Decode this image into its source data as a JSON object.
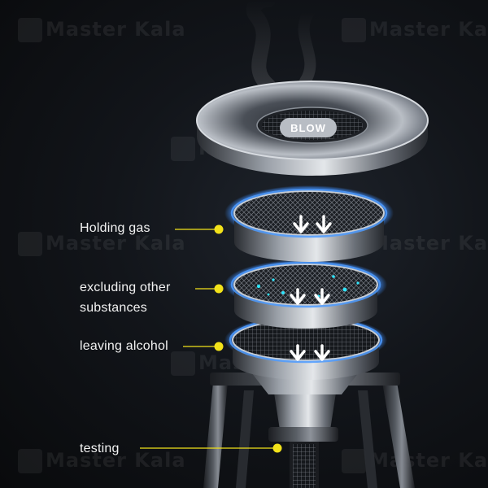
{
  "labels": {
    "holding_gas": "Holding gas",
    "excluding_line1": "excluding other",
    "excluding_line2": "substances",
    "leaving_alcohol": "leaving alcohol",
    "testing": "testing"
  },
  "device": {
    "mouthpiece_text": "BLOW"
  },
  "watermark": {
    "text": "Master Kala"
  },
  "colors": {
    "background": "#0e1013",
    "callout_dot": "#f2e21a",
    "glow": "#3f8fff",
    "particles": "#2ee6ff"
  }
}
